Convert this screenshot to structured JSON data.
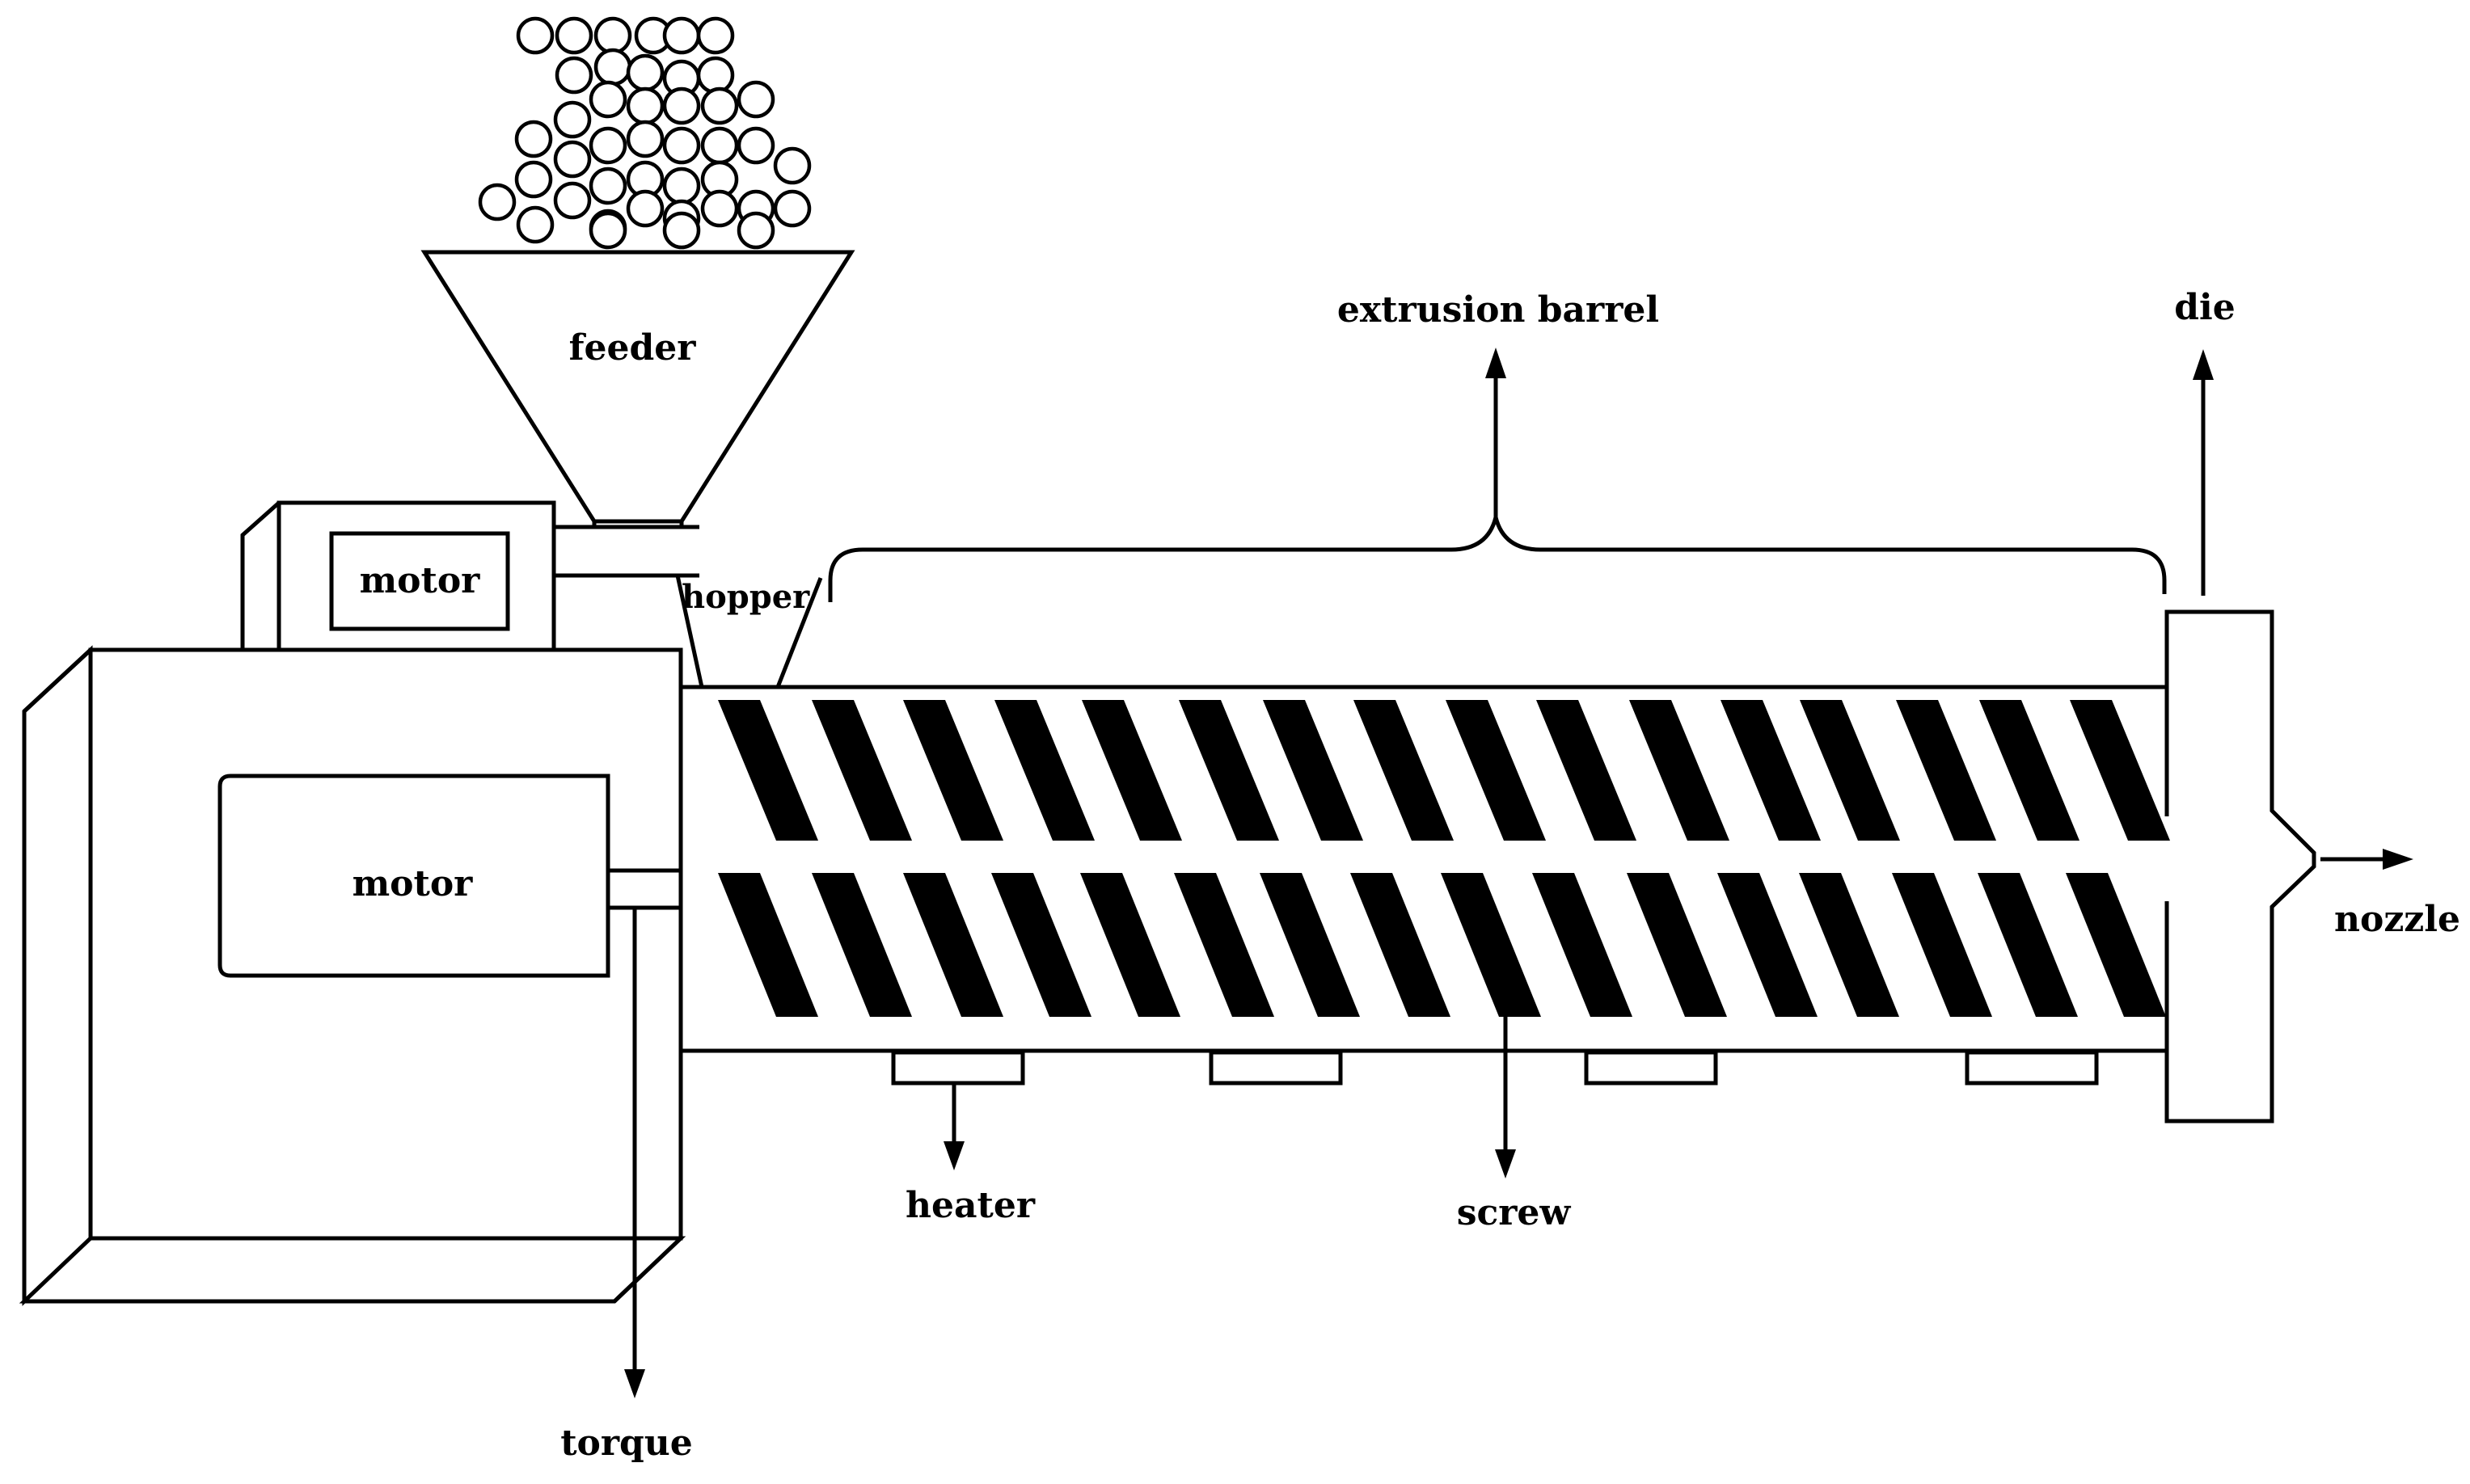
{
  "labels": {
    "feeder": "feeder",
    "motor_top": "motor",
    "motor_main": "motor",
    "hopper": "hopper",
    "extrusion_barrel": "extrusion barrel",
    "die": "die",
    "nozzle": "nozzle",
    "heater": "heater",
    "screw": "screw",
    "torque": "torque"
  },
  "colors": {
    "stroke": "#000000",
    "background": "#ffffff"
  }
}
